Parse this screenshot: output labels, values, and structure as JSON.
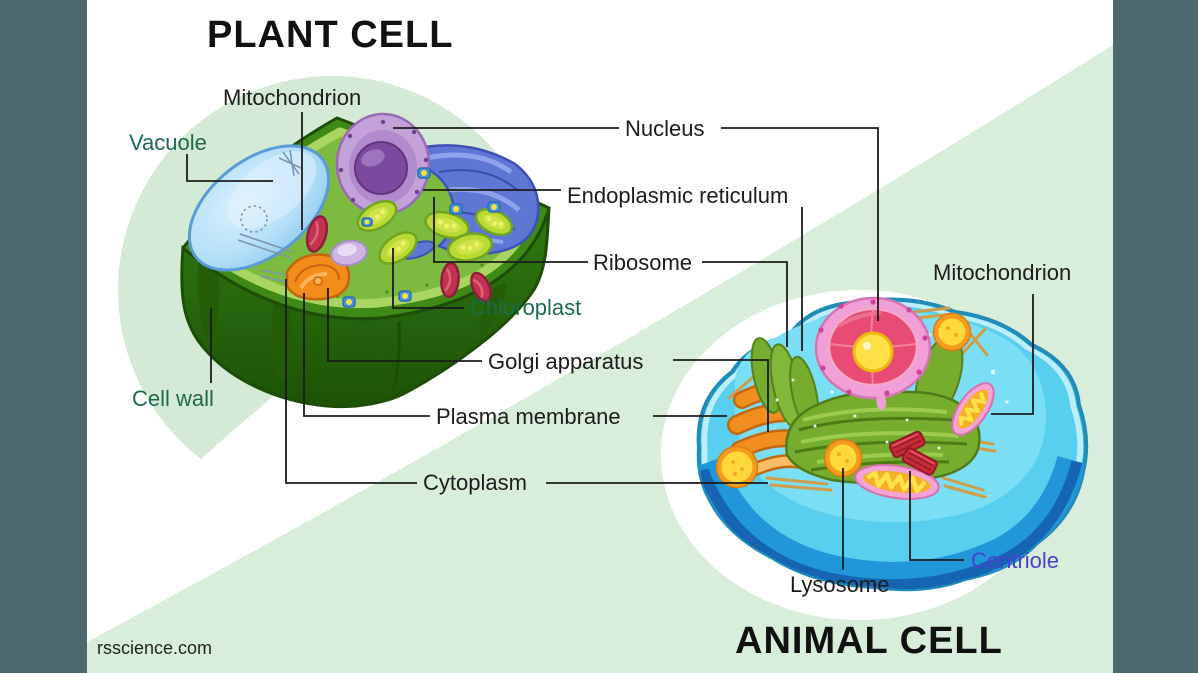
{
  "watermark": "rsscience.com",
  "plant": {
    "title": "PLANT CELL",
    "labels": {
      "mitochondrion": "Mitochondrion",
      "vacuole": "Vacuole",
      "chloroplast": "Chloroplast",
      "cell_wall": "Cell wall"
    }
  },
  "animal": {
    "title": "ANIMAL CELL",
    "labels": {
      "mitochondrion": "Mitochondrion",
      "centriole": "Centriole",
      "lysosome": "Lysosome"
    }
  },
  "shared": {
    "labels": {
      "nucleus": "Nucleus",
      "endoplasmic_reticulum": "Endoplasmic reticulum",
      "ribosome": "Ribosome",
      "golgi_apparatus": "Golgi apparatus",
      "plasma_membrane": "Plasma membrane",
      "cytoplasm": "Cytoplasm"
    }
  },
  "colors": {
    "frame_gray": "#4e686f",
    "background_green": "#d8edda",
    "circle_green": "#d5ead6",
    "label_text": "#1c1c1c",
    "label_green": "#1d6b4a",
    "label_blue": "#4a3fd1"
  }
}
